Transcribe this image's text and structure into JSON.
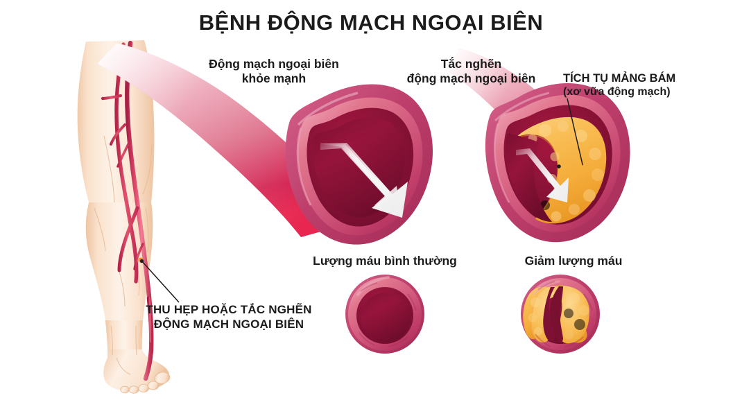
{
  "title": "BỆNH ĐỘNG MẠCH NGOẠI BIÊN",
  "labels": {
    "healthy_artery_line1": "Động mạch ngoại biên",
    "healthy_artery_line2": "khỏe mạnh",
    "blocked_artery_line1": "Tắc nghẽn",
    "blocked_artery_line2": "động mạch ngoại biên",
    "plaque_line1": "TÍCH TỤ MẢNG BÁM",
    "plaque_line2": "(xơ vữa động mạch)",
    "normal_blood_flow": "Lượng máu bình thường",
    "reduced_blood_flow": "Giảm lượng máu",
    "narrowing_line1": "THU HẸP HOẶC TẮC NGHẼN",
    "narrowing_line2": "ĐỘNG MẠCH NGOẠI BIÊN"
  },
  "colors": {
    "background": "#ffffff",
    "text": "#1b1b1b",
    "skin_light": "#fdeadb",
    "skin_mid": "#f6d6bd",
    "skin_shadow": "#efc6a6",
    "artery_red": "#d8345a",
    "artery_red_dark": "#b3284a",
    "vessel_wall_pink": "#d9617d",
    "vessel_wall_mid": "#c8537a",
    "vessel_wall_dark": "#a8275a",
    "lumen_dark": "#7d1033",
    "lumen_mid": "#9c1540",
    "plaque_orange": "#f7b94e",
    "plaque_orange_dark": "#e79a2c",
    "plaque_orange_light": "#fcd489",
    "arrow_white": "#f2f2f2",
    "pointer_line": "#1b1b1b"
  },
  "diagram": {
    "type": "medical-illustration",
    "subject": "Peripheral artery disease (PAD)",
    "panels": [
      {
        "name": "leg-anatomy",
        "description": "Front view of a human leg with peripheral arteries; an orange marker on the artery below the knee indicates the site of narrowing or blockage",
        "pointer": {
          "from": [
            258,
            437
          ],
          "to": [
            202,
            376
          ],
          "marker_color": "#f0952a"
        }
      },
      {
        "name": "healthy-artery-longitudinal",
        "description": "Cut-away curved artery with open wide lumen and a large white arrow showing full blood flow"
      },
      {
        "name": "blocked-artery-longitudinal",
        "description": "Cut-away curved artery lined with orange atherosclerotic plaque; narrow channel with a small white arrow showing restricted flow",
        "pointer": {
          "from": [
            818,
            140
          ],
          "to": [
            806,
            240
          ]
        }
      },
      {
        "name": "normal-cross-section",
        "description": "Circular artery cross-section: pink wall ring, wide dark-red open lumen"
      },
      {
        "name": "narrowed-cross-section",
        "description": "Circular artery cross-section mostly filled with orange plaque, leaving a narrow irregular dark-red channel"
      }
    ]
  }
}
